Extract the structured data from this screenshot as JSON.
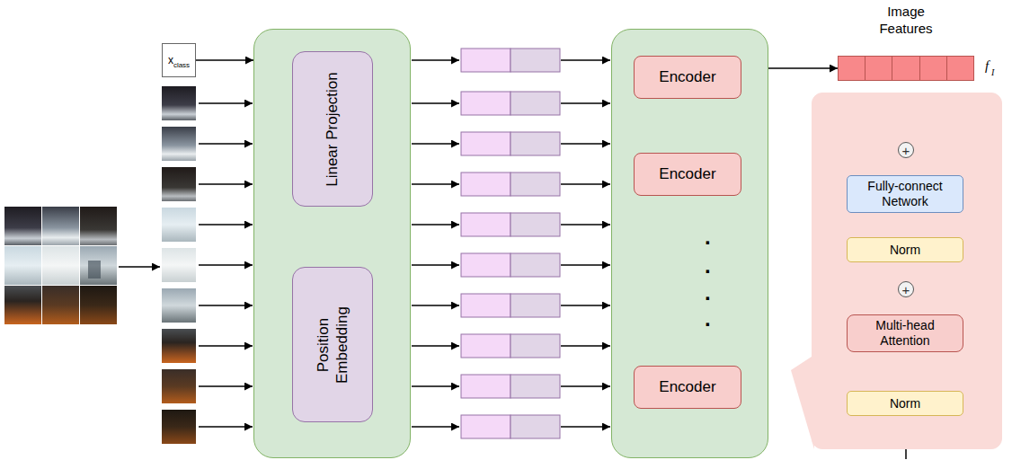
{
  "diagram": {
    "nodes": [
      {
        "text": [
          "x",
          "class"
        ]
      },
      {
        "text": []
      },
      {
        "text": [
          "Linear Projection"
        ],
        "in": 1
      },
      {
        "text": [
          "Position Embedding"
        ],
        "in": 1
      },
      {
        "text": []
      },
      {
        "text": [
          "Encoder"
        ],
        "in": 4
      },
      {
        "text": [
          "Encoder"
        ],
        "in": 4
      },
      {
        "text": [
          "Encoder"
        ],
        "in": 4
      },
      {
        "text": [
          "Image Features"
        ]
      },
      {
        "text": []
      },
      {
        "text": [
          "+"
        ],
        "in": 9
      },
      {
        "text": [
          "Fully-connect Network"
        ],
        "in": 9
      },
      {
        "text": [
          "Norm"
        ],
        "in": 9
      },
      {
        "text": [
          "+"
        ],
        "in": 9
      },
      {
        "text": [
          "Multi-head Attention"
        ],
        "in": 9
      },
      {
        "text": [
          "Norm"
        ],
        "in": 9
      }
    ],
    "edges": [
      {
        "from": 0,
        "to": 1,
        "arrow": "to"
      },
      {
        "from": 4,
        "to": 8,
        "arrow": "to"
      },
      {
        "from": 15,
        "to": 14,
        "arrow": "to"
      },
      {
        "from": 14,
        "to": 13,
        "arrow": "to"
      },
      {
        "from": 13,
        "to": 12,
        "arrow": "to"
      },
      {
        "from": 12,
        "to": 11,
        "arrow": "to"
      },
      {
        "from": 11,
        "to": 10,
        "arrow": "to"
      },
      {
        "from": 13,
        "to": 10,
        "arrow": "to"
      }
    ],
    "labels": [
      ".",
      ".",
      ".",
      ".",
      "f",
      "I"
    ]
  }
}
